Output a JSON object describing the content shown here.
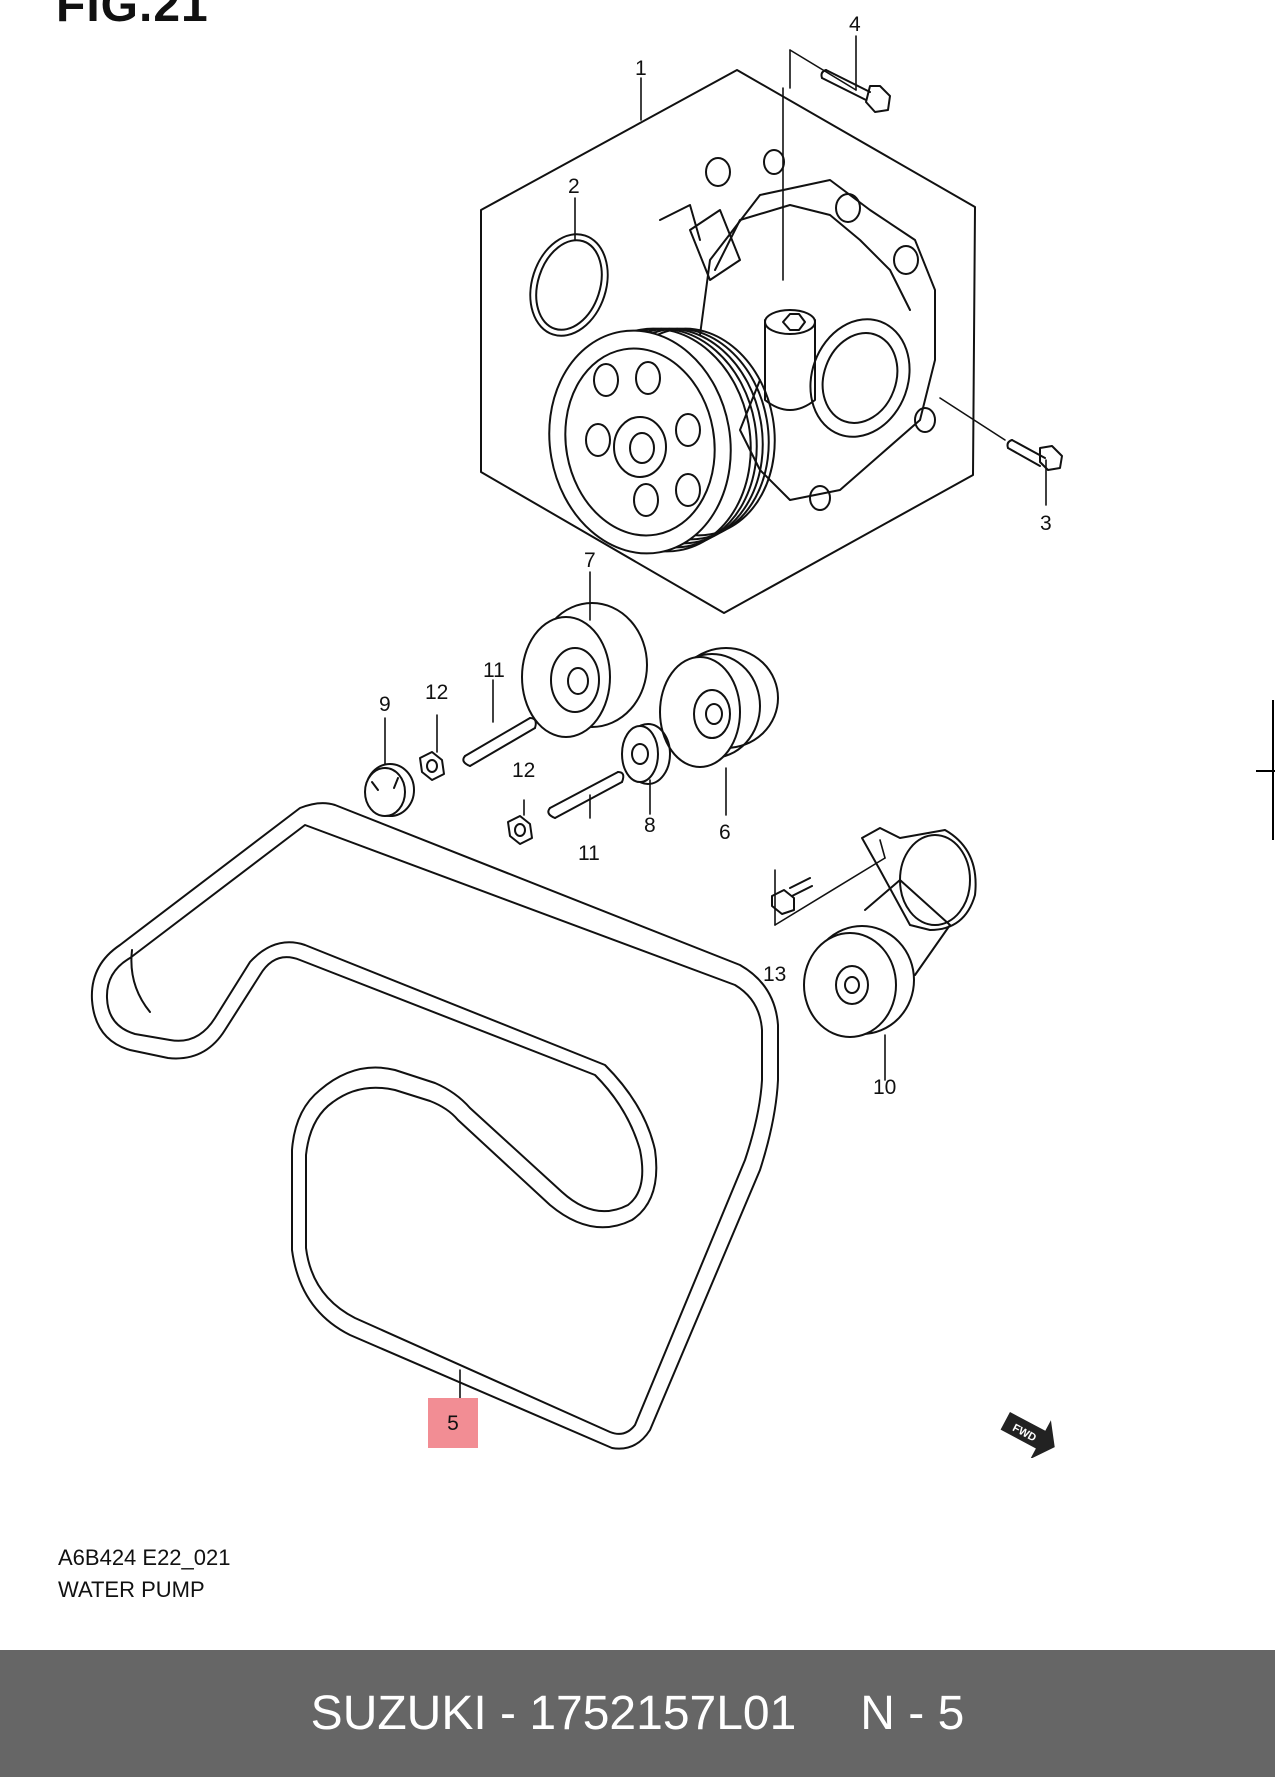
{
  "figure_title": "FIG.21",
  "callouts": {
    "c1": "1",
    "c2": "2",
    "c3": "3",
    "c4": "4",
    "c5": "5",
    "c6": "6",
    "c7": "7",
    "c8": "8",
    "c9": "9",
    "c10": "10",
    "c11a": "11",
    "c11b": "11",
    "c12a": "12",
    "c12b": "12",
    "c13": "13"
  },
  "highlight_color": "#f28d94",
  "diagram_code": "A6B424 E22_021",
  "diagram_name": "WATER PUMP",
  "fwd_label": "FWD",
  "footer": {
    "part": "SUZUKI - 1752157L01",
    "ref": "N - 5",
    "background": "#666666"
  }
}
